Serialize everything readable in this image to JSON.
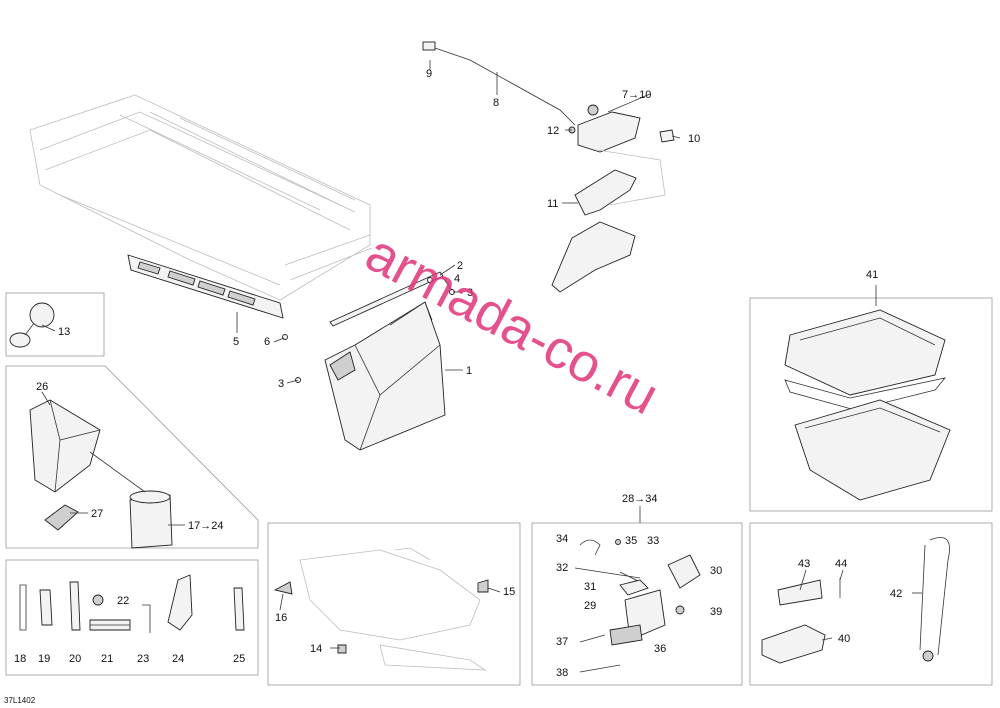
{
  "diagram": {
    "watermark": "armada-co.ru",
    "drawing_code": "37L1402",
    "callouts": {
      "c1": "1",
      "c2": "2",
      "c3a": "3",
      "c3b": "3",
      "c4": "4",
      "c5": "5",
      "c6": "6",
      "c7_10": "7→10",
      "c8": "8",
      "c9": "9",
      "c10": "10",
      "c11": "11",
      "c12": "12",
      "c13": "13",
      "c14": "14",
      "c15": "15",
      "c16": "16",
      "c17_24": "17→24",
      "c18": "18",
      "c19": "19",
      "c20": "20",
      "c21": "21",
      "c22": "22",
      "c23": "23",
      "c24": "24",
      "c25": "25",
      "c26": "26",
      "c27": "27",
      "c28_34": "28→34",
      "c29": "29",
      "c30": "30",
      "c31": "31",
      "c32": "32",
      "c33": "33",
      "c34": "34",
      "c35": "35",
      "c36": "36",
      "c37": "37",
      "c38": "38",
      "c39": "39",
      "c40": "40",
      "c41": "41",
      "c42": "42",
      "c43": "43",
      "c44": "44"
    }
  }
}
